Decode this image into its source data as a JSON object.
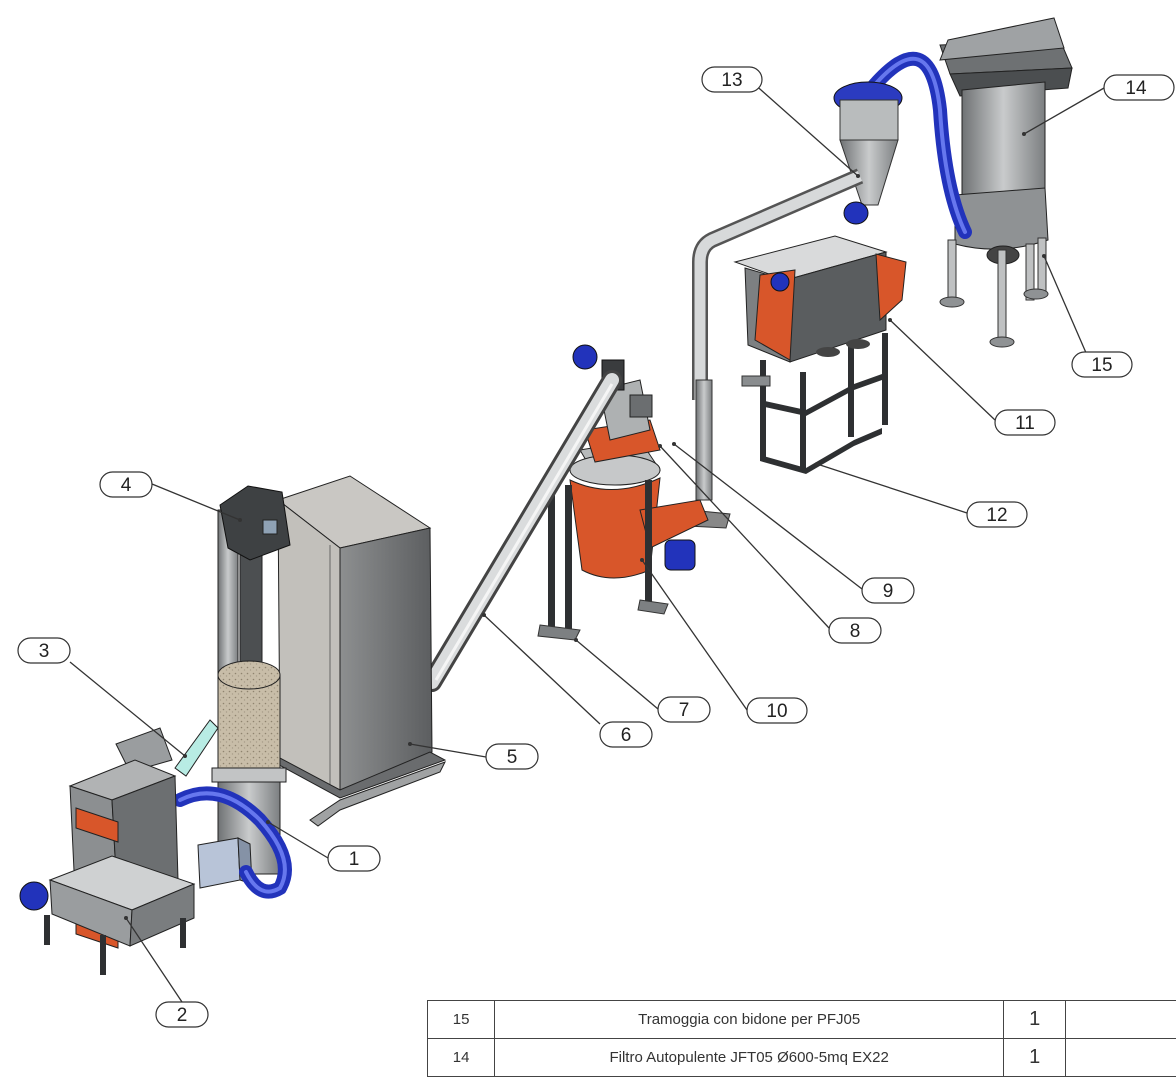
{
  "balloons": [
    {
      "id": "balloon-1",
      "label": "1"
    },
    {
      "id": "balloon-2",
      "label": "2"
    },
    {
      "id": "balloon-3",
      "label": "3"
    },
    {
      "id": "balloon-4",
      "label": "4"
    },
    {
      "id": "balloon-5",
      "label": "5"
    },
    {
      "id": "balloon-6",
      "label": "6"
    },
    {
      "id": "balloon-7",
      "label": "7"
    },
    {
      "id": "balloon-8",
      "label": "8"
    },
    {
      "id": "balloon-9",
      "label": "9"
    },
    {
      "id": "balloon-10",
      "label": "10"
    },
    {
      "id": "balloon-11",
      "label": "11"
    },
    {
      "id": "balloon-12",
      "label": "12"
    },
    {
      "id": "balloon-13",
      "label": "13"
    },
    {
      "id": "balloon-14",
      "label": "14"
    },
    {
      "id": "balloon-15",
      "label": "15"
    }
  ],
  "bom": {
    "rows": [
      {
        "item": "15",
        "description": "Tramoggia con bidone per PFJ05",
        "qty": "1",
        "note": ""
      },
      {
        "item": "14",
        "description": "Filtro Autopulente JFT05 Ø600-5mq EX22",
        "qty": "1",
        "note": ""
      }
    ]
  },
  "colors": {
    "orange": "#d8562a",
    "blue": "#2233bb",
    "steel": "#9a9d9f",
    "dark": "#3a3c3e"
  }
}
